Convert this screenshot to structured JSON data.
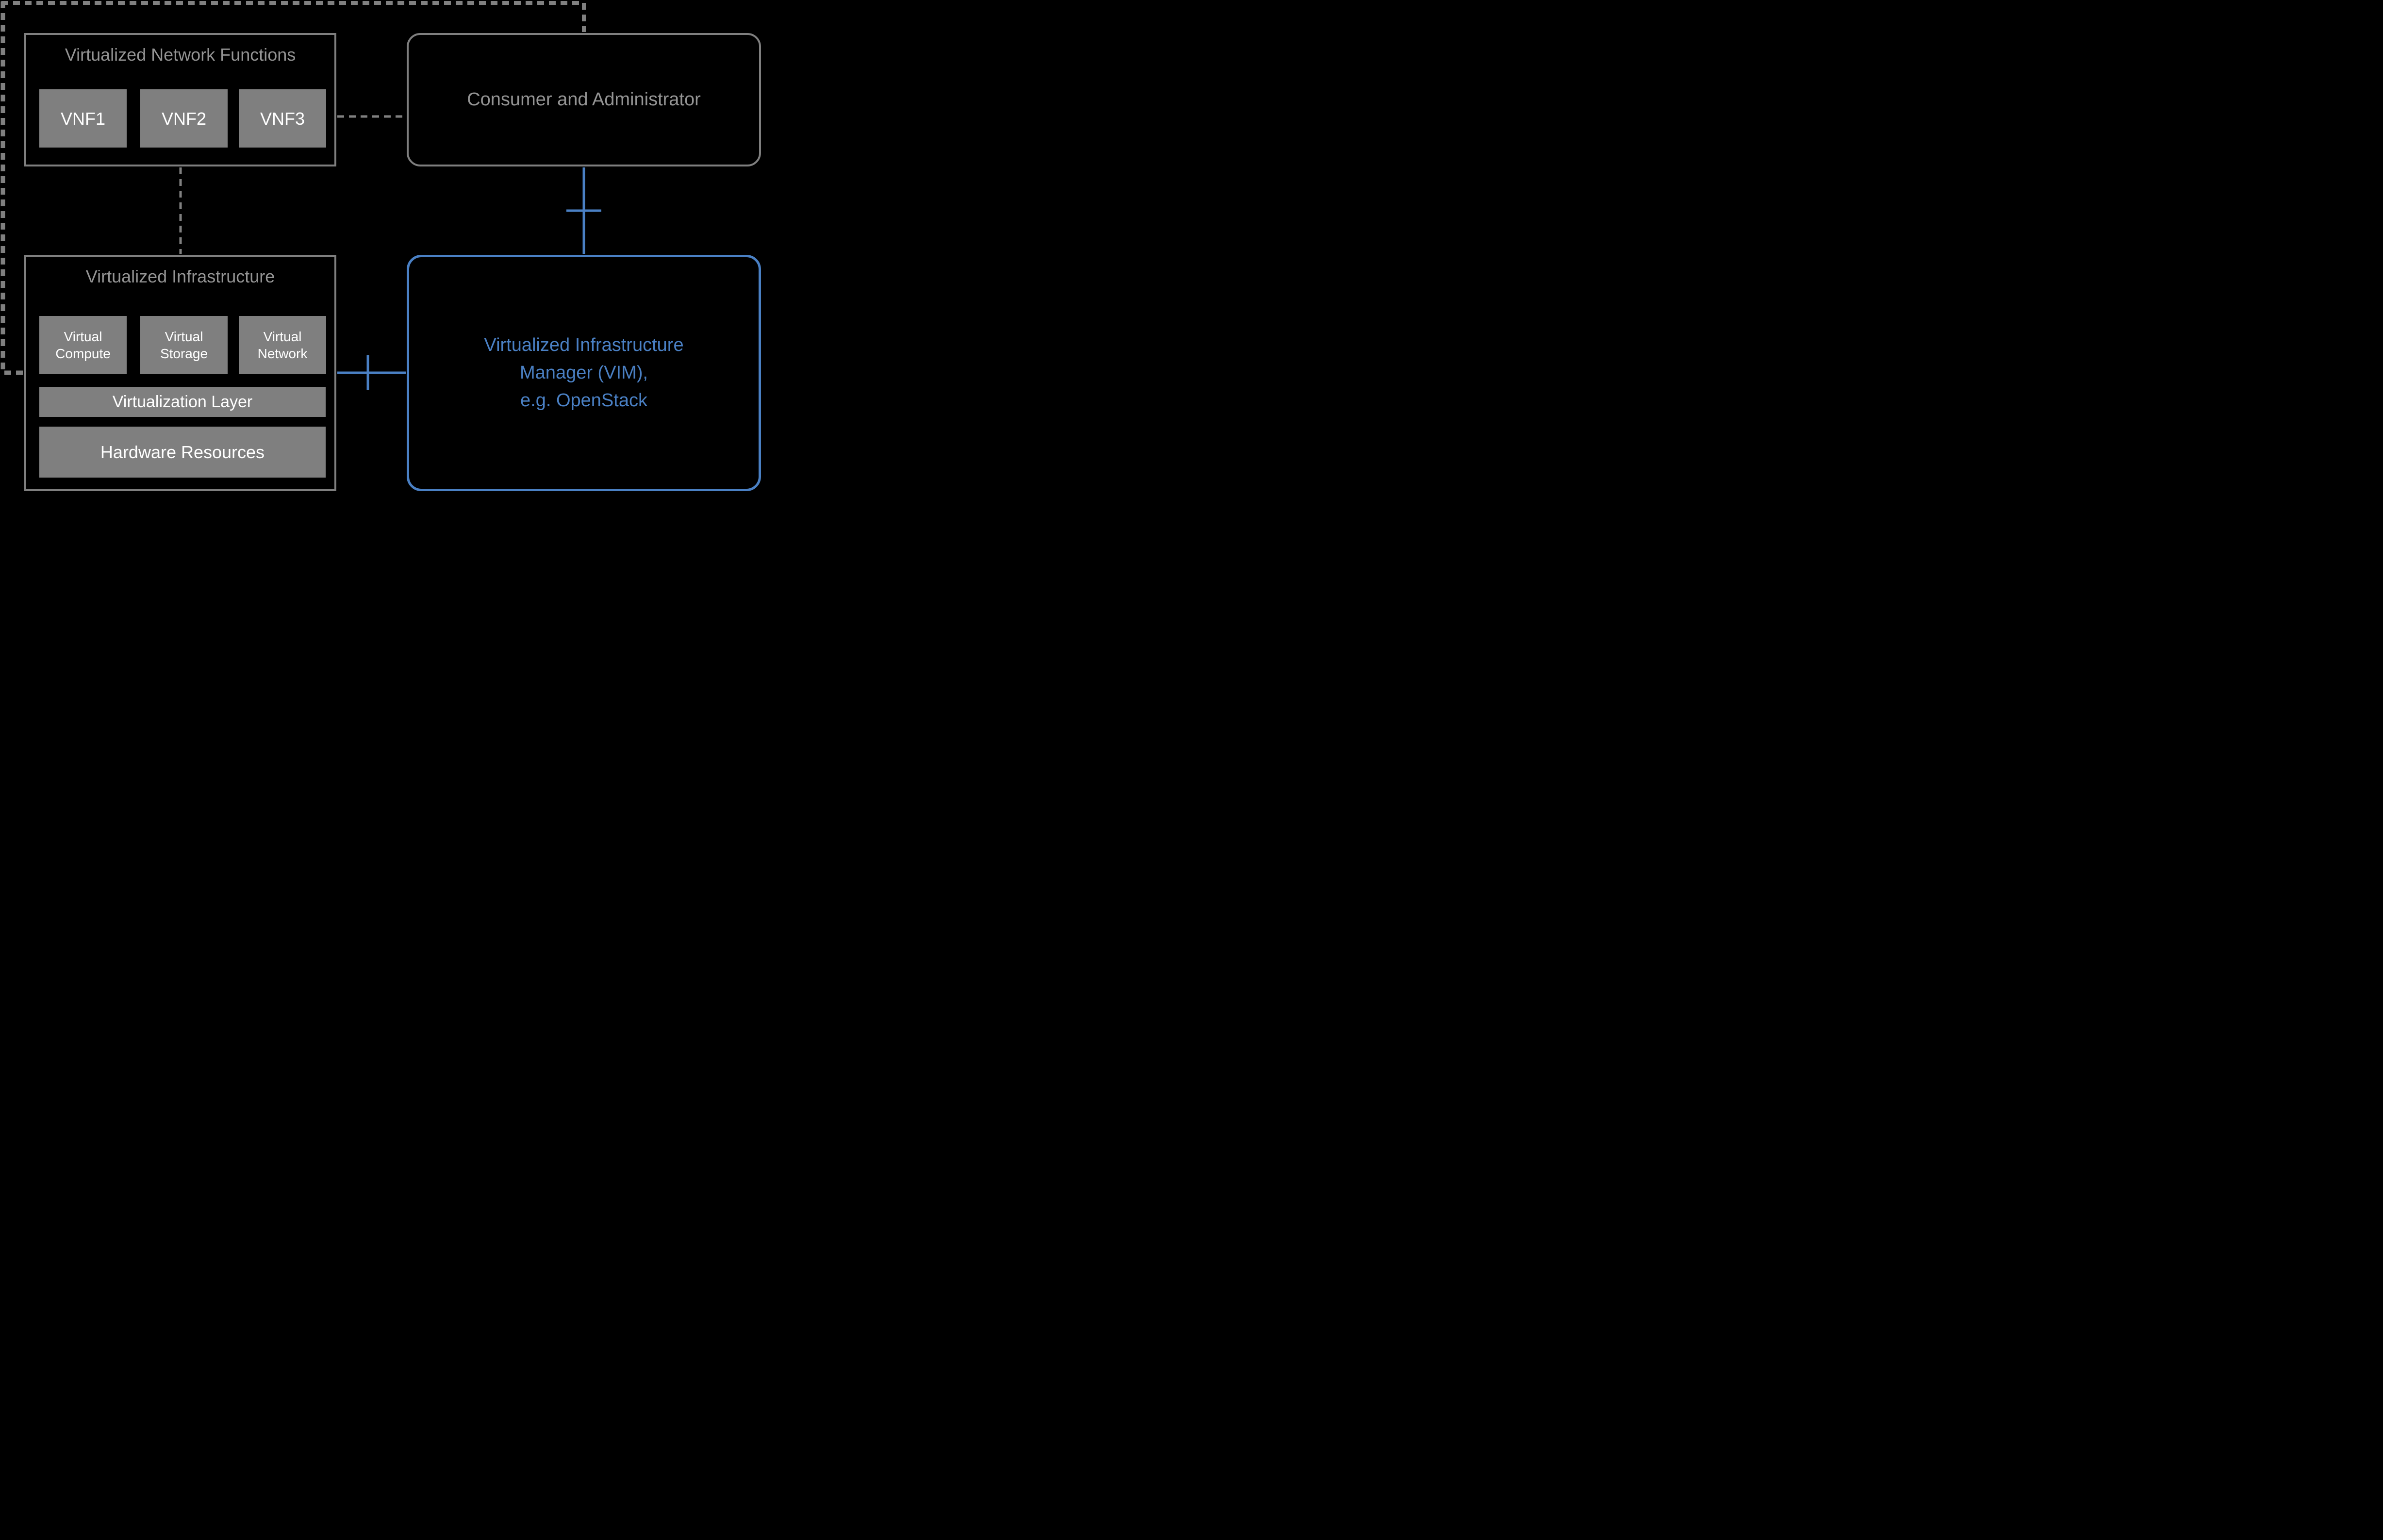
{
  "colors": {
    "background": "#000000",
    "gray_border": "#7f7f7f",
    "gray_dashed_line": "#808080",
    "gray_fill": "#7f7f7f",
    "gray_text": "#949494",
    "white_text": "#ffffff",
    "accent_blue": "#4a80c4"
  },
  "vnf_group": {
    "title": "Virtualized Network Functions",
    "items": [
      {
        "label": "VNF1"
      },
      {
        "label": "VNF2"
      },
      {
        "label": "VNF3"
      }
    ]
  },
  "consumer_box": {
    "label": "Consumer and Administrator"
  },
  "vi_group": {
    "title": "Virtualized Infrastructure",
    "resources": [
      {
        "label": "Virtual Compute"
      },
      {
        "label": "Virtual Storage"
      },
      {
        "label": "Virtual Network"
      }
    ],
    "layers": [
      {
        "label": "Virtualization Layer"
      },
      {
        "label": "Hardware Resources"
      }
    ]
  },
  "vim_box": {
    "line1": "Virtualized Infrastructure",
    "line2": "Manager (VIM),",
    "line3": "e.g. OpenStack"
  }
}
